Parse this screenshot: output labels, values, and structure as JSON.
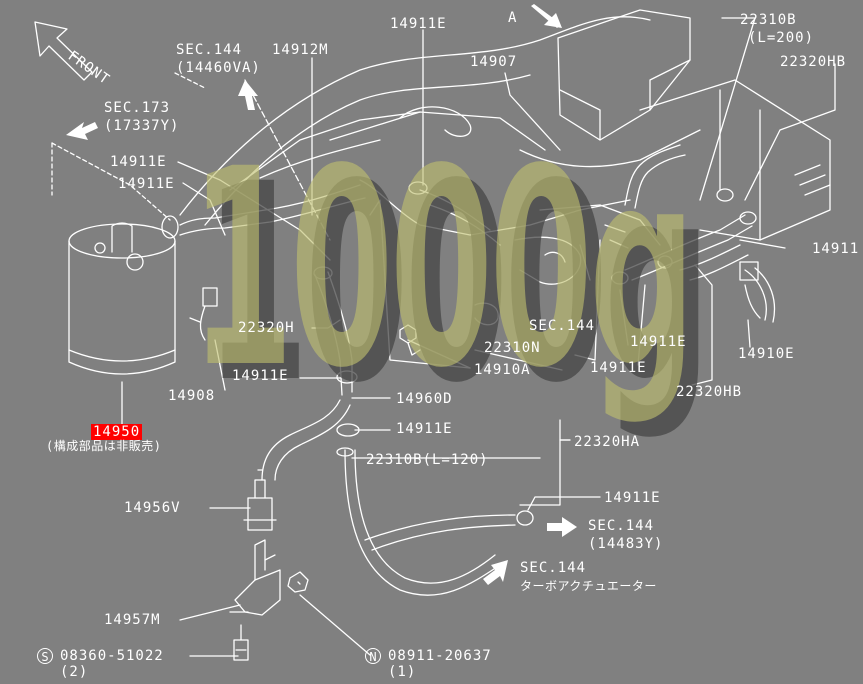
{
  "labels": {
    "front": "FRONT",
    "sec173": "SEC.173",
    "sec173_code": "(17337Y)",
    "sec144_top": "SEC.144",
    "sec144_top_code": "(14460VA)",
    "p14912m": "14912M",
    "p14911e_top": "14911E",
    "arrow_a": "A",
    "p22310b_200": "22310B",
    "len_200": "(L=200)",
    "p22320hb_top": "22320HB",
    "p14907": "14907",
    "p14911e_l1": "14911E",
    "p14911e_l2": "14911E",
    "p14911_right": "14911",
    "p22320h": "22320H",
    "sec144_mid": "SEC.144",
    "p22310n": "22310N",
    "p14911e_rmid": "14911E",
    "p14910e": "14910E",
    "p14911e_mid": "14911E",
    "p14910a": "14910A",
    "p14911e_r2": "14911E",
    "p22320hb_bot": "22320HB",
    "p14908": "14908",
    "p14960d": "14960D",
    "p14950": "14950",
    "note_14950": "(構成部品は非販売)",
    "p14911e_c": "14911E",
    "p22320ha": "22320HA",
    "p22310b_120": "22310B(L=120)",
    "p14956v": "14956V",
    "p14911e_br": "14911E",
    "sec144_br": "SEC.144",
    "sec144_br_code": "(14483Y)",
    "sec144_turbo": "SEC.144",
    "turbo_actuator": "ターボアクチュエーター",
    "p14957m": "14957M",
    "bolt_s": "08360-51022",
    "bolt_s_qty": "(2)",
    "nut_n": "08911-20637",
    "nut_n_qty": "(1)",
    "symbol_s": "S",
    "symbol_n": "N"
  },
  "watermark": "1000g",
  "colors": {
    "background": "#808080",
    "line": "#ffffff",
    "highlight": "#ff0000",
    "watermark": "#bebe6e"
  },
  "icons": [
    "front-arrow-icon",
    "direction-arrow-icon"
  ]
}
